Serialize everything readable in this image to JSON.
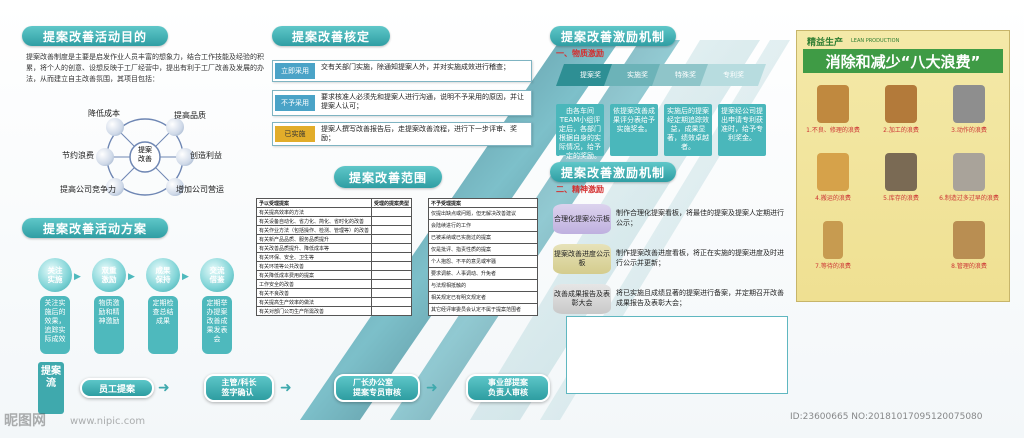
{
  "purpose": {
    "title": "提案改善活动目的",
    "body": "提案改善制度是主要是启发作业人员丰富的想象力，结合工作技能及经验的积累，将个人的创意、设想反映于工厂经营中，提出有利于工厂改善及发展的办法，从而建立自主改善氛围，其项目包括：",
    "center": "提案\n改善",
    "nodes": [
      "降低成本",
      "提高品质",
      "创造利益",
      "增加公司营运",
      "提高公司竞争力",
      "节约浪费"
    ]
  },
  "plan": {
    "title": "提案改善活动方案",
    "steps": [
      {
        "head": "关注\n实施",
        "body": "关注实施后的效果，追踪实际成效"
      },
      {
        "head": "双重\n激励",
        "body": "物质激励和精神激励"
      },
      {
        "head": "成果\n保持",
        "body": "定期检查总结成果"
      },
      {
        "head": "交流\n借鉴",
        "body": "定期举办提案改善成果发表会"
      }
    ]
  },
  "check": {
    "title": "提案改善核定",
    "rows": [
      {
        "tag": "立即采用",
        "text": "交有关部门实施，除通知提案人外，并对实施成效进行稽查；",
        "color": "#4aa3c7"
      },
      {
        "tag": "不予采用",
        "text": "要求核准人必须先和提案人进行沟通，说明不予采用的原因，并让提案人认可；",
        "color": "#4aa3c7"
      },
      {
        "tag": "已实施",
        "text": "提案人撰写改善报告后，走提案改善流程，进行下一步评审、奖励；",
        "color": "#e2ad2a"
      }
    ]
  },
  "scope": {
    "title": "提案改善范围",
    "left_header": [
      "予以受理提案",
      "受理的提案类型"
    ],
    "left_rows": [
      "有关提高效率的方法",
      "有关设备自动化、省力化、简化、省时化的改善",
      "有关作业方法（包括操作、检测、管理等）的改善",
      "有关新产品品质、服务品质提升",
      "有关改善品质提升、降低成本等",
      "有关环保、安全、卫生等",
      "有关环境等公共改善",
      "有关降低成本费用的提案",
      "工作安全的改善",
      "有关不良改善",
      "有关提高生产效率的做法",
      "有关对部门公司生产所需改善"
    ],
    "right_header": "不予受理提案",
    "right_rows": [
      "仅提出缺点或问题，但无解决改善建议",
      "会陆续进行的工作",
      "已被采纳或已实施过的提案",
      "仅是批评、指责性质的提案",
      "个人抱怨、不平的意见或牢骚",
      "要求调薪、人事调动、升免者",
      "与法规相抵触的",
      "相关规定已有明文规定者",
      "其它经评审委员会认定不属于提案范围者"
    ]
  },
  "material": {
    "title": "提案改善激励机制",
    "subtitle": "一、物质激励",
    "ribbons": [
      "提案奖",
      "实施奖",
      "特殊奖",
      "专利奖"
    ],
    "cols": [
      "由各车间TEAM小组评定后，各部门根据自身的实际情况，给予一定的奖励。",
      "依提案改善成果评分表给予实施奖金。",
      "实施后的提案经定期追踪效益，成果显著，绩效卓越者。",
      "提案经公司提出申请专利获准时，给予专利奖金。"
    ]
  },
  "spirit": {
    "title": "提案改善激励机制",
    "subtitle": "二、精神激励",
    "items": [
      {
        "label": "合理化提案公示板",
        "text": "制作合理化提案看板，将最佳的提案及提案人定期进行公示；"
      },
      {
        "label": "提案改善进度公示板",
        "text": "制作提案改善进度看板，将正在实施的提案进度及时进行公示并更新；"
      },
      {
        "label": "改善成果报告及表彰大会",
        "text": "将已实施且成绩显著的提案进行备案，并定期召开改善成果报告及表彰大会；"
      }
    ]
  },
  "flow": {
    "title": "提案流",
    "boxes": [
      "员工提案",
      "主管/科长\n签字确认",
      "厂长办公室\n提案专员审核",
      "事业部提案\n负责人审核"
    ]
  },
  "poster": {
    "top_label": "精益生产",
    "top_sub": "LEAN PRODUCTION",
    "headline": "消除和减少“八大浪费”",
    "wastes": [
      "1.不良、修理的浪费",
      "2.加工的浪费",
      "3.动作的浪费",
      "4.搬运的浪费",
      "5.库存的浪费",
      "6.制造过多过早的浪费",
      "7.等待的浪费",
      "8.管理的浪费"
    ]
  },
  "watermark": {
    "left": "昵图网",
    "url": "www.nipic.com",
    "id": "ID:23600665 NO:20181017095120075080"
  }
}
